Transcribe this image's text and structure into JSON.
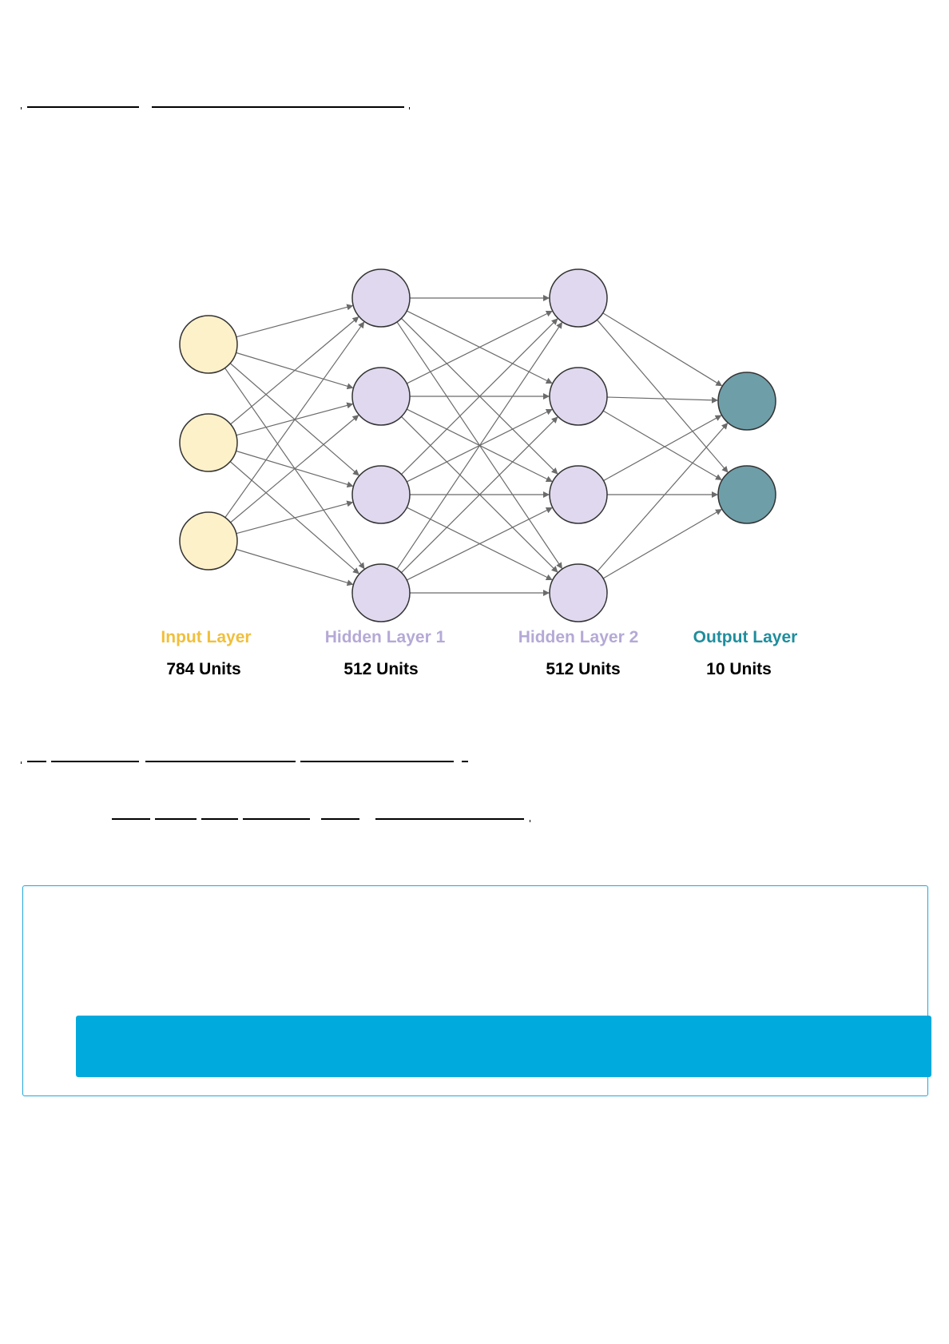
{
  "redactions": {
    "title": "redacted-heading",
    "caption": "redacted-caption",
    "subcaption": "redacted-subcaption"
  },
  "diagram": {
    "colors": {
      "input": "#fdf1c9",
      "hidden": "#e0d8ee",
      "output": "#6e9ea8",
      "edge": "#6b6b6b"
    },
    "layers": [
      {
        "title": "Input Layer",
        "units": "784 Units",
        "title_color": "#f0bf3c",
        "nodes": 3,
        "fill": "#fdf1c9"
      },
      {
        "title": "Hidden Layer 1",
        "units": "512 Units",
        "title_color": "#b5a9d6",
        "nodes": 4,
        "fill": "#e0d8ee"
      },
      {
        "title": "Hidden Layer 2",
        "units": "512 Units",
        "title_color": "#b5a9d6",
        "nodes": 4,
        "fill": "#e0d8ee"
      },
      {
        "title": "Output Layer",
        "units": "10 Units",
        "title_color": "#1f8d9c",
        "nodes": 2,
        "fill": "#6e9ea8"
      }
    ]
  },
  "callout": {
    "border_color": "#1fa7d8",
    "bar_color": "#00aadd"
  }
}
